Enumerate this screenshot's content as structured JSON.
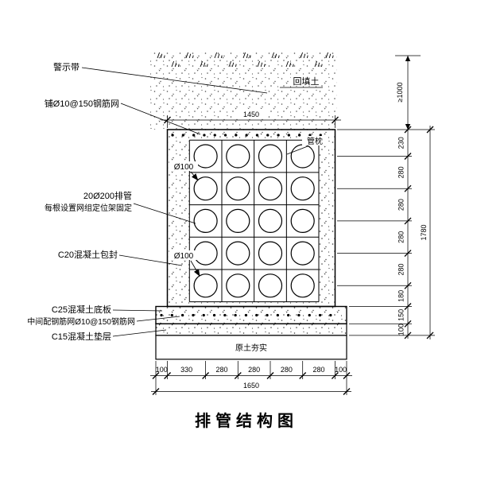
{
  "page": {
    "background": "#ffffff",
    "ink": "#000000"
  },
  "title": "排管结构图",
  "callouts": {
    "warning_tape": "警示带",
    "top_mesh": "铺Ø10@150钢筋网",
    "pipes": "20Ø200排管",
    "pipes_note": "每根设置网组定位架固定",
    "encasement": "C20混凝土包封",
    "base_slab": "C25混凝土底板",
    "middle_mesh": "中间配钢筋网Ø10@150钢筋网",
    "cushion": "C15混凝土垫层",
    "backfill": "回填土",
    "pipe_pillow": "管枕",
    "tamped_soil": "原土夯实",
    "pipe_dia_upper": "Ø100",
    "pipe_dia_lower": "Ø100"
  },
  "dims": {
    "top_width": "1450",
    "cover_min": "≥1000",
    "right_segments": [
      "230",
      "280",
      "280",
      "280",
      "280",
      "180",
      "150",
      "100"
    ],
    "right_total": "1780",
    "bottom_segments": [
      "100",
      "330",
      "280",
      "280",
      "280",
      "280",
      "100"
    ],
    "bottom_total": "1650"
  }
}
